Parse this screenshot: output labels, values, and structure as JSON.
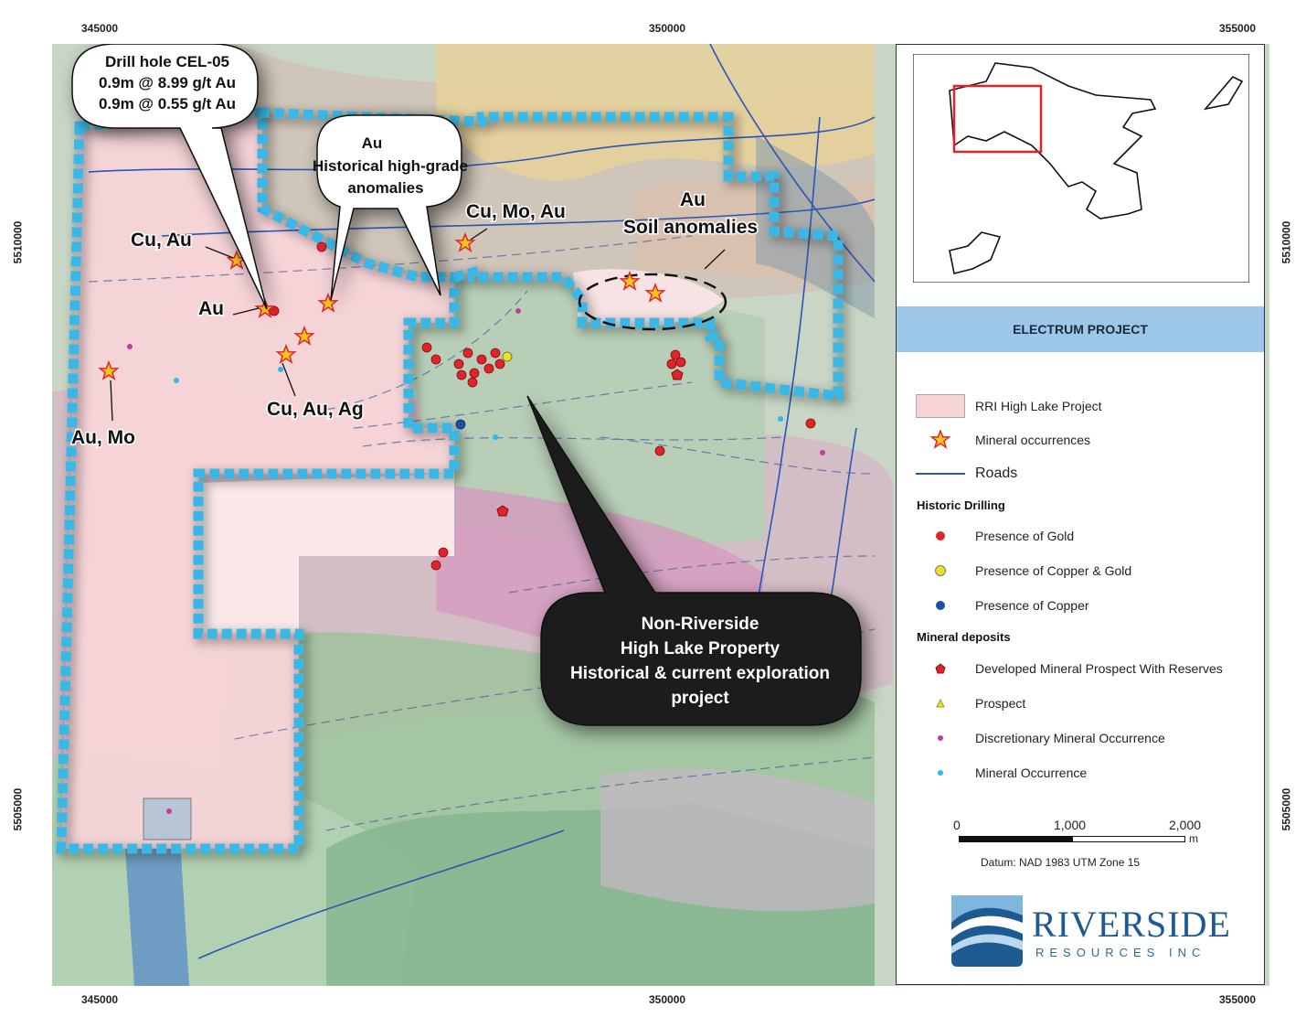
{
  "coords": {
    "top": [
      "345000",
      "350000",
      "355000"
    ],
    "bottom": [
      "345000",
      "350000",
      "355000"
    ],
    "left": [
      "5510000",
      "5505000"
    ],
    "right": [
      "5510000",
      "5505000"
    ]
  },
  "callouts": {
    "drill": {
      "line1": "Drill hole CEL-05",
      "line2": "0.9m @ 8.99 g/t Au",
      "line3": "0.9m @ 0.55 g/t Au"
    },
    "historical": {
      "line1": "Au",
      "line2": "Historical high-grade",
      "line3": "anomalies"
    },
    "nonriverside": {
      "line1": "Non-Riverside",
      "line2": "High Lake Property",
      "line3": "Historical & current exploration",
      "line4": "project"
    }
  },
  "map_labels": {
    "cu_au": "Cu, Au",
    "au": "Au",
    "cu_mo_au": "Cu, Mo, Au",
    "soil_au": "Au",
    "soil": "Soil anomalies",
    "cu_au_ag": "Cu, Au, Ag",
    "au_mo": "Au, Mo"
  },
  "legend": {
    "title": "ELECTRUM PROJECT",
    "rri": "RRI High Lake Project",
    "mineral_occurrences": "Mineral occurrences",
    "roads": "Roads",
    "historic_drilling": "Historic Drilling",
    "gold": "Presence of Gold",
    "copper_gold": "Presence of Copper & Gold",
    "copper": "Presence of Copper",
    "mineral_deposits": "Mineral deposits",
    "developed": "Developed Mineral Prospect With Reserves",
    "prospect": "Prospect",
    "discretionary": "Discretionary Mineral Occurrence",
    "mineral_occurrence": "Mineral Occurrence"
  },
  "scale": {
    "s0": "0",
    "s1": "1,000",
    "s2": "2,000",
    "unit": "m"
  },
  "datum": "Datum: NAD 1983 UTM Zone 15",
  "logo": {
    "main": "RIVERSIDE",
    "sub": "RESOURCES INC"
  },
  "colors": {
    "boundary": "#3bb7e6",
    "rri_fill": "#f7d4d8",
    "star": "#f5c518",
    "gold": "#e0242a",
    "copper": "#1d4fa3",
    "copper_gold": "#e9e12b",
    "road": "#2b56b5",
    "legend_band": "#9cc7e8",
    "logo_blue": "#1d5a91"
  }
}
